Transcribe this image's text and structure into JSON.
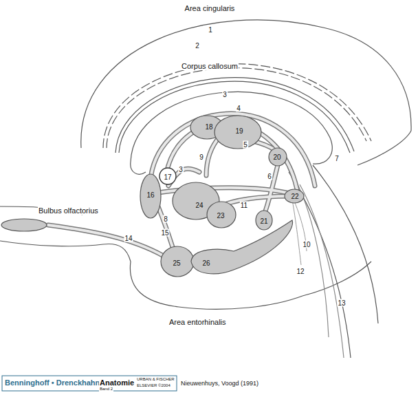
{
  "diagram": {
    "labels": [
      "Area cingularis",
      "1",
      "2",
      "Corpus callosum",
      "3",
      "4",
      "18",
      "19",
      "5",
      "9",
      "20",
      "3",
      "17",
      "6",
      "16",
      "22",
      "24",
      "11",
      "23",
      "21",
      "8",
      "Bulbus olfactorius",
      "10",
      "14",
      "7",
      "15",
      "25",
      "26",
      "12",
      "Area entorhinalis",
      "13",
      "Benninghoff • Drenckhahn",
      "Anatomie",
      "URBAN & FISCHER",
      "ELSEVIER ©2004",
      "Nieuwenhuys, Voogd (1991)",
      "Band 2"
    ]
  }
}
